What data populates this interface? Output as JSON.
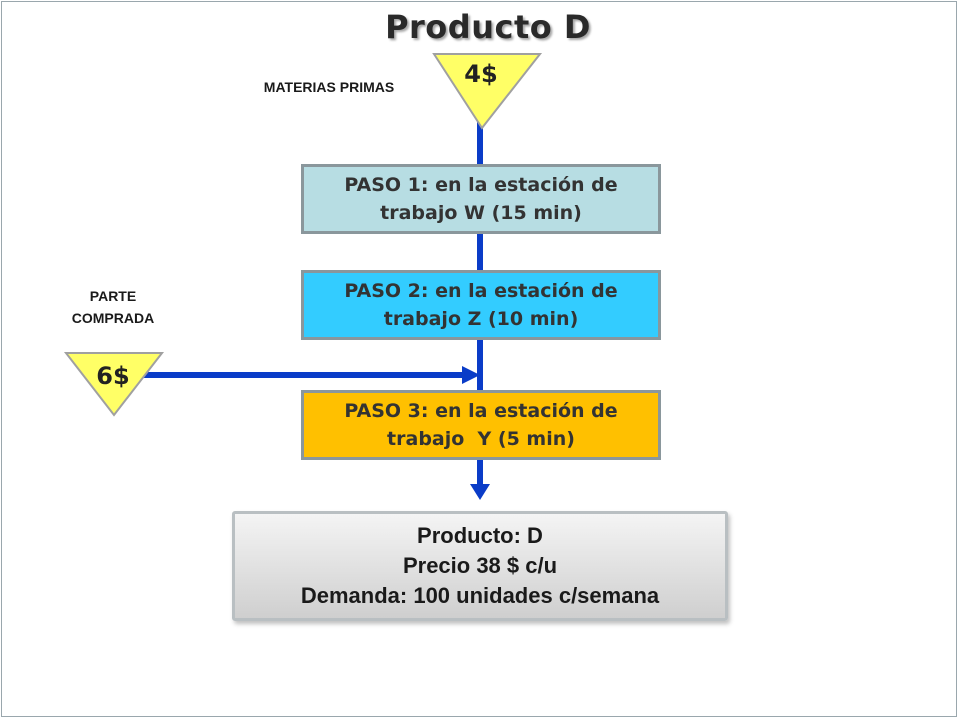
{
  "title": "Producto D",
  "raw_materials": {
    "label": "MATERIAS PRIMAS",
    "cost": "4$"
  },
  "purchased_part": {
    "label_line1": "PARTE",
    "label_line2": "COMPRADA",
    "cost": "6$"
  },
  "steps": [
    {
      "line1": "PASO 1: en la estación de",
      "line2": "trabajo W (15 min)",
      "color": "#b7dde3"
    },
    {
      "line1": "PASO 2: en la estación de",
      "line2": "trabajo Z (10 min)",
      "color": "#33ccff"
    },
    {
      "line1": "PASO 3: en la estación de",
      "line2": "trabajo  Y (5 min)",
      "color": "#ffc000"
    }
  ],
  "product": {
    "line1": "Producto: D",
    "line2": "Precio 38 $ c/u",
    "line3": "Demanda: 100 unidades c/semana"
  },
  "colors": {
    "flow_line": "#0a3cc8",
    "triangle_fill": "#ffff66",
    "triangle_stroke": "#a0a0a0"
  }
}
